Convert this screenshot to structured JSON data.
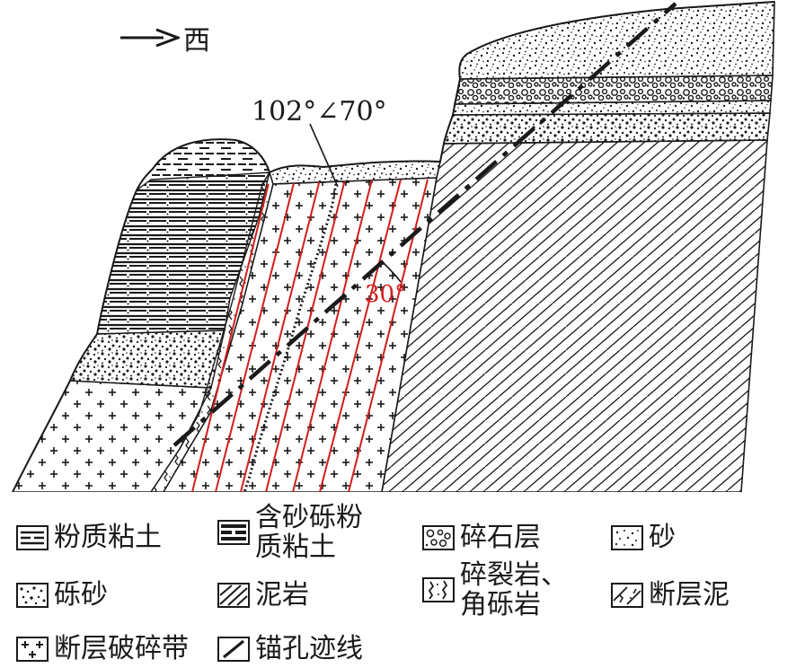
{
  "direction": {
    "arrow_icon": "arrow-right-icon",
    "label": "西"
  },
  "annotations": {
    "attitude": "102°∠70°",
    "angle": "30°"
  },
  "colors": {
    "ink": "#1a1a1a",
    "red": "#d21e1e"
  },
  "legend": [
    {
      "key": "silty-clay",
      "label": "粉质粘土"
    },
    {
      "key": "gravelly-silty-clay",
      "label_lines": [
        "含砂砾粉",
        "质粘土"
      ]
    },
    {
      "key": "crushed-stone",
      "label": "碎石层"
    },
    {
      "key": "sand",
      "label": "砂"
    },
    {
      "key": "gravel-sand",
      "label": "砾砂"
    },
    {
      "key": "mudstone",
      "label": "泥岩"
    },
    {
      "key": "cataclasite",
      "label_lines": [
        "碎裂岩、",
        "角砾岩"
      ]
    },
    {
      "key": "fault-gouge",
      "label": "断层泥"
    },
    {
      "key": "fault-zone",
      "label": "断层破碎带"
    },
    {
      "key": "anchor-hole",
      "label": "锚孔迹线"
    }
  ]
}
